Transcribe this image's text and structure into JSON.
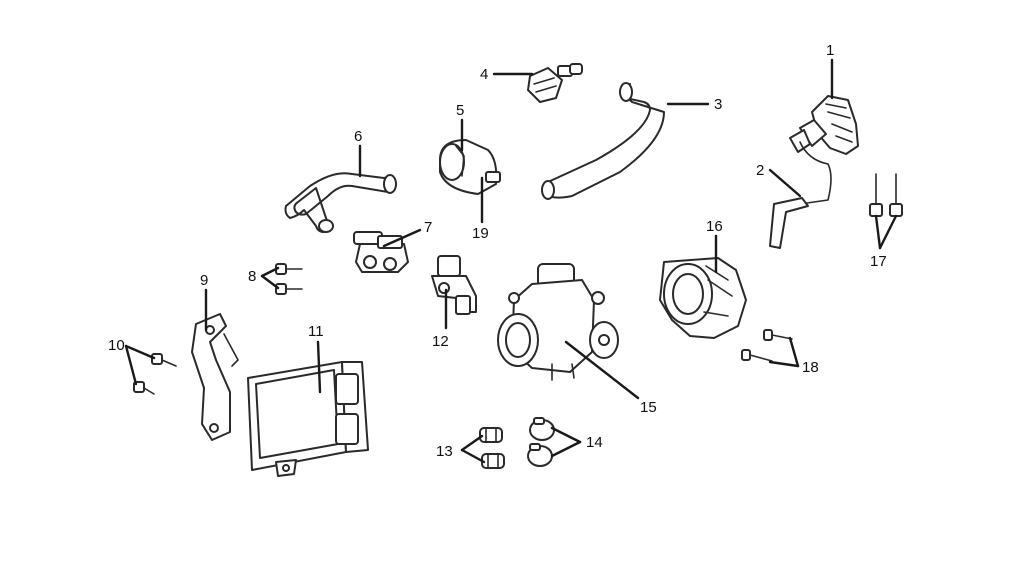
{
  "colors": {
    "line": "#2a2a2a",
    "background": "#ffffff"
  },
  "callouts": [
    "1",
    "2",
    "3",
    "4",
    "5",
    "6",
    "7",
    "8",
    "9",
    "10",
    "11",
    "12",
    "13",
    "14",
    "15",
    "16",
    "17",
    "18",
    "19"
  ]
}
